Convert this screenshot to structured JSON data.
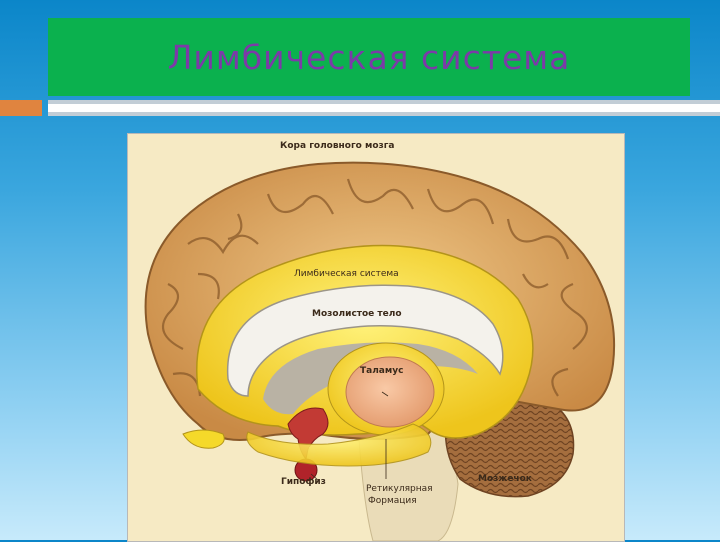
{
  "slide": {
    "title": "Лимбическая система"
  },
  "diagram": {
    "labels": {
      "cortex": "Кора головного мозга",
      "limbic": "Лимбическая система",
      "corpus_callosum": "Мозолистое тело",
      "thalamus": "Таламус",
      "pituitary": "Гипофиз",
      "reticular_line1": "Ретикулярная",
      "reticular_line2": "Формация",
      "cerebellum": "Мозжечок"
    },
    "colors": {
      "cortex": "#d9a55f",
      "limbic": "#f5d92a",
      "thalamus": "#f3b38a",
      "pituitary": "#b0232a",
      "cerebellum": "#a56e3e"
    }
  }
}
